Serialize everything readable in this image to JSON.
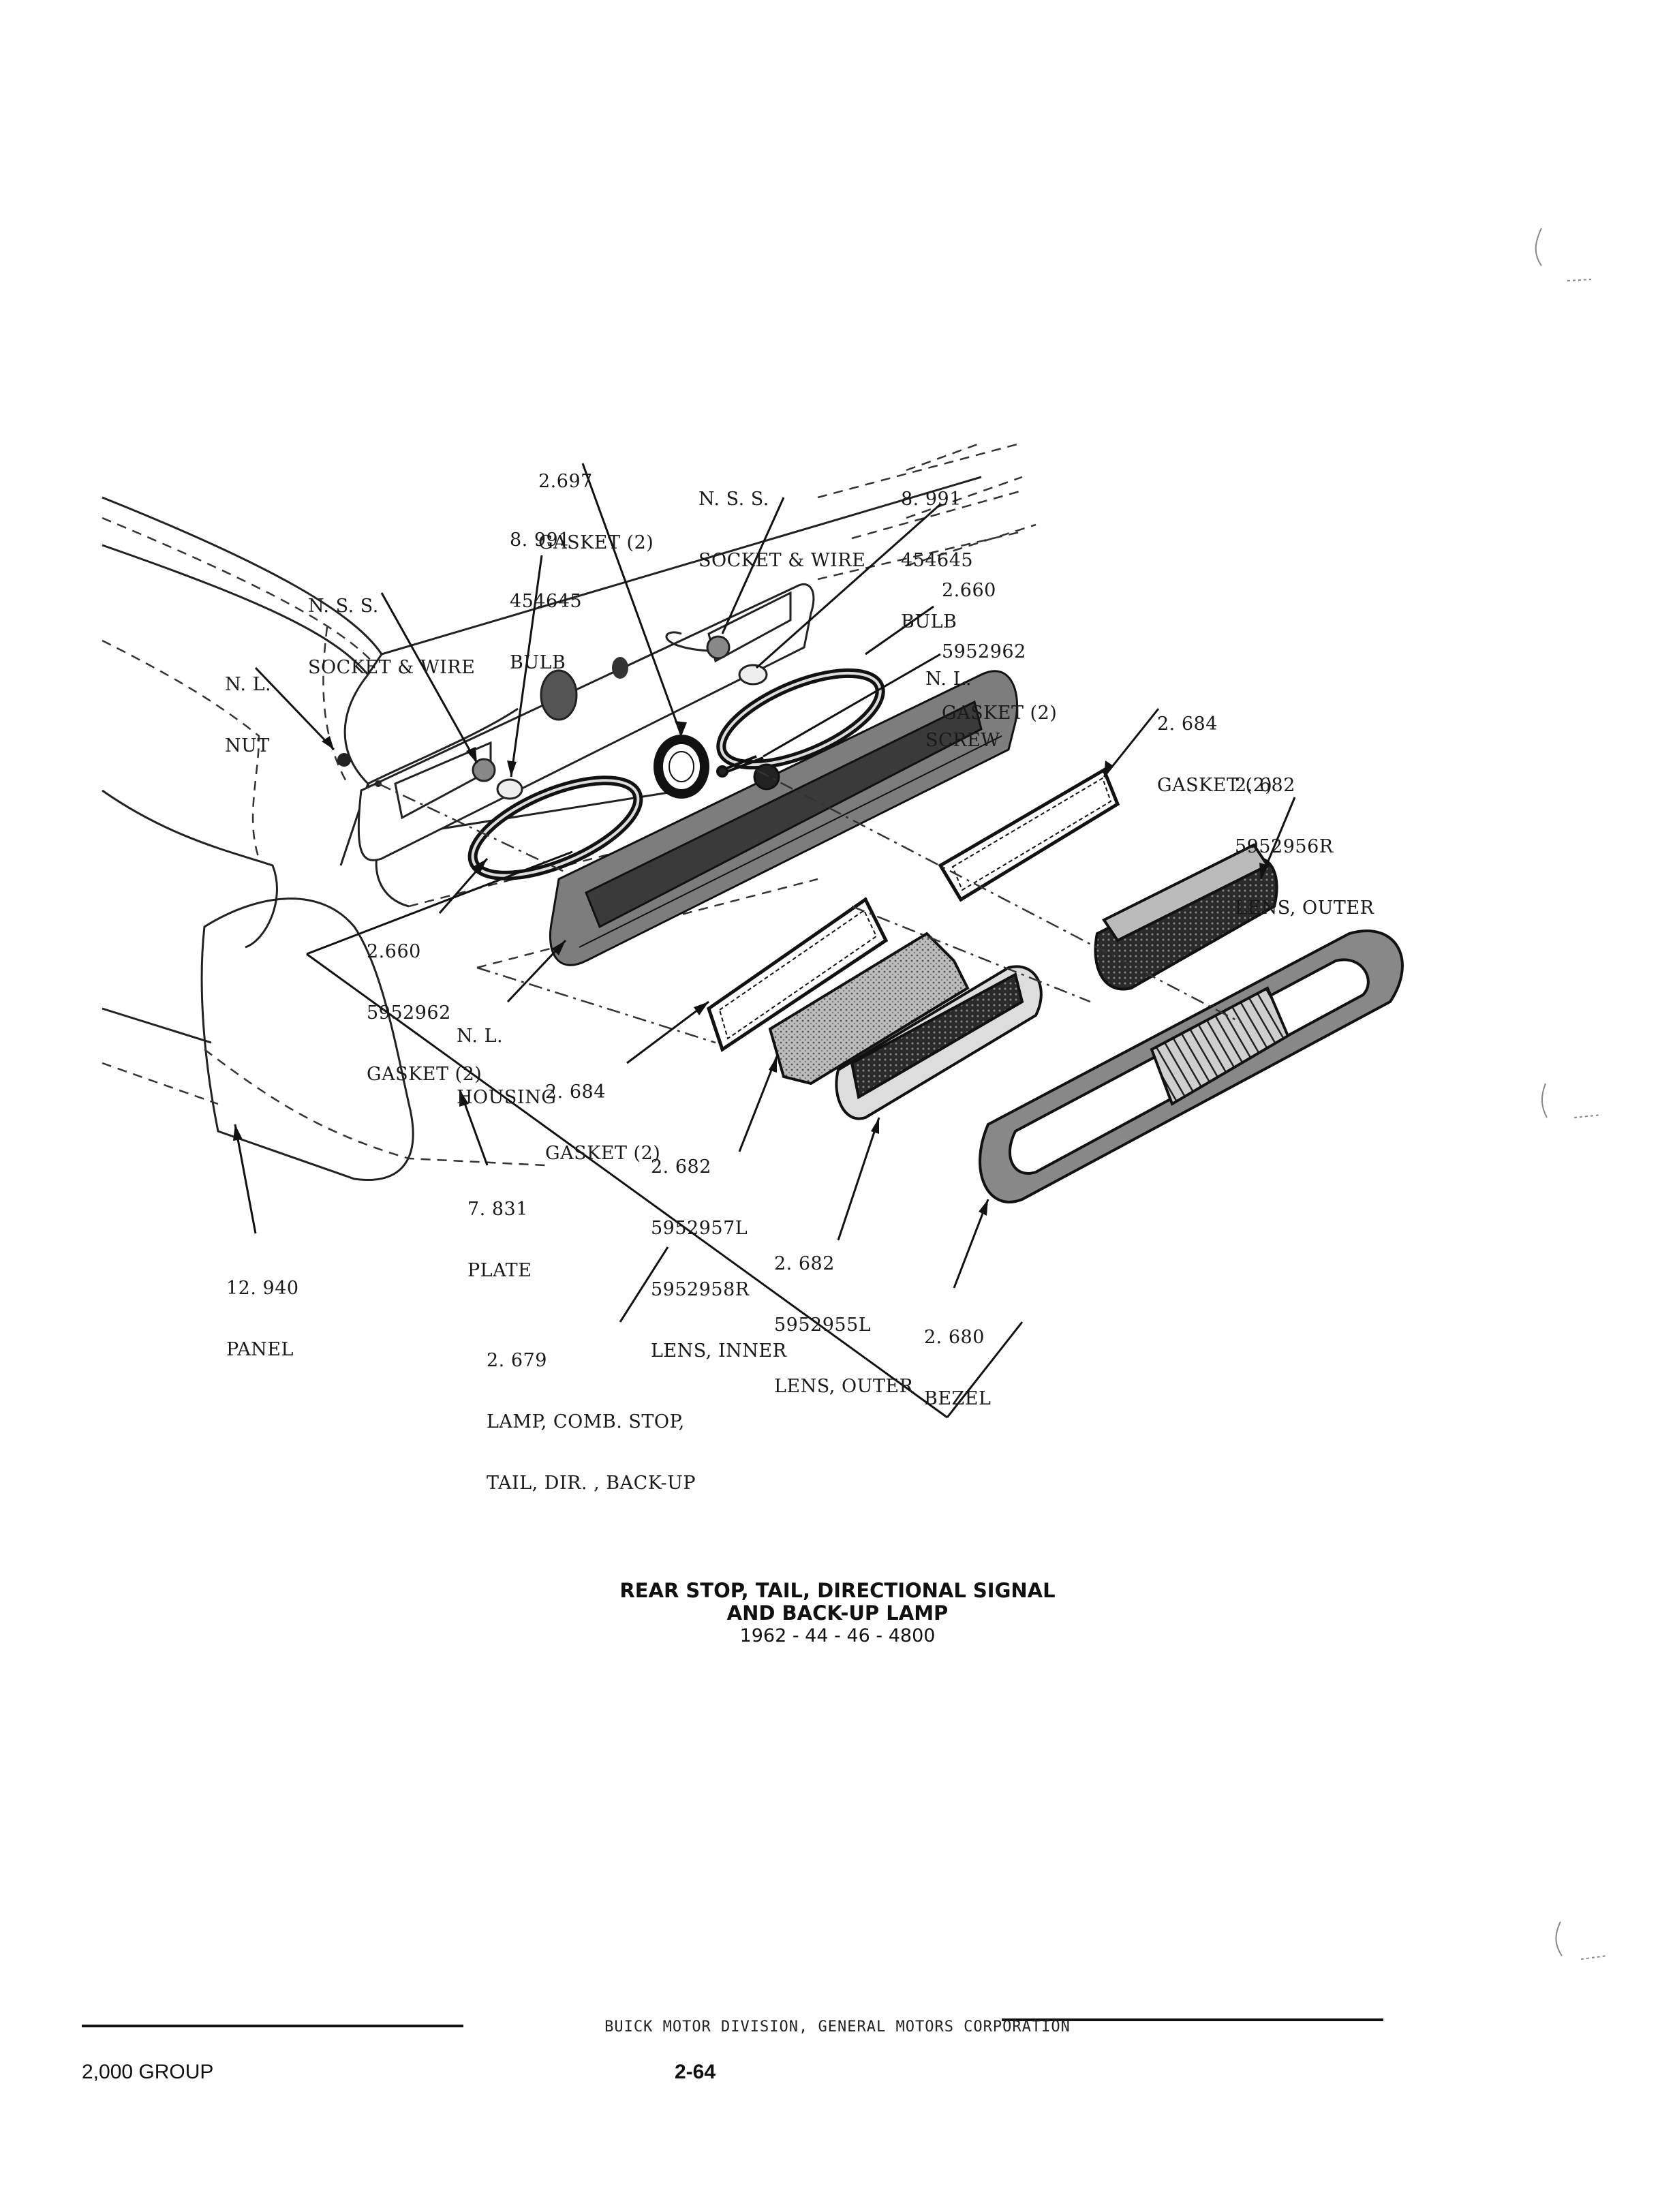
{
  "labels": {
    "gasket_2697": [
      "2.697",
      "GASKET (2)"
    ],
    "socket_wire_top": [
      "N. S. S.",
      "SOCKET & WIRE"
    ],
    "bulb_right": [
      "8. 991",
      "454645",
      "BULB"
    ],
    "bulb_left": [
      "8. 991",
      "454645",
      "BULB"
    ],
    "socket_wire_left": [
      "N. S. S.",
      "SOCKET & WIRE"
    ],
    "gasket_2660_right": [
      "2.660",
      "5952962",
      "GASKET (2)"
    ],
    "nut": [
      "N. L.",
      "NUT"
    ],
    "screw": [
      "N. L.",
      "SCREW"
    ],
    "gasket_2684_right": [
      "2. 684",
      "GASKET (2)"
    ],
    "lens_outer_right": [
      "2. 682",
      "5952956R",
      "LENS, OUTER"
    ],
    "gasket_2660_left": [
      "2.660",
      "5952962",
      "GASKET (2)"
    ],
    "housing": [
      "N. L.",
      "HOUSING"
    ],
    "gasket_2684_left": [
      "2. 684",
      "GASKET (2)"
    ],
    "lens_inner": [
      "2. 682",
      "5952957L",
      "5952958R",
      "LENS, INNER"
    ],
    "plate": [
      "7. 831",
      "PLATE"
    ],
    "panel": [
      "12. 940",
      "PANEL"
    ],
    "lens_outer_left": [
      "2. 682",
      "5952955L",
      "LENS, OUTER"
    ],
    "bezel": [
      "2. 680",
      "BEZEL"
    ],
    "lamp": [
      "2. 679",
      "LAMP, COMB. STOP,",
      "TAIL, DIR. , BACK-UP"
    ]
  },
  "caption": {
    "line1": "REAR STOP, TAIL, DIRECTIONAL SIGNAL",
    "line2": "AND BACK-UP LAMP",
    "line3": "1962 - 44 - 46 - 4800"
  },
  "footer": {
    "corporation": "BUICK MOTOR DIVISION, GENERAL MOTORS CORPORATION",
    "group": "2,000 GROUP",
    "page": "2-64"
  }
}
